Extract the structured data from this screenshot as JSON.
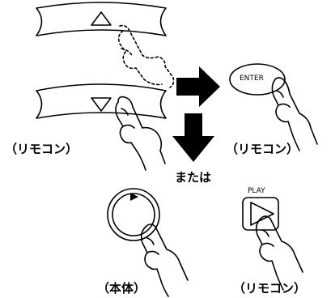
{
  "labels": {
    "remote_left": "（リモコン）",
    "remote_right": "（リモコン）",
    "or_text": "または",
    "main_unit": "（本体）",
    "remote_bottom": "（リモコン）"
  },
  "buttons": {
    "enter": "ENTER",
    "play": "PLAY"
  },
  "icons": {
    "up": "up-triangle-icon",
    "down": "down-triangle-icon",
    "play": "play-triangle-icon"
  },
  "colors": {
    "ink": "#000000",
    "paper": "#ffffff"
  }
}
